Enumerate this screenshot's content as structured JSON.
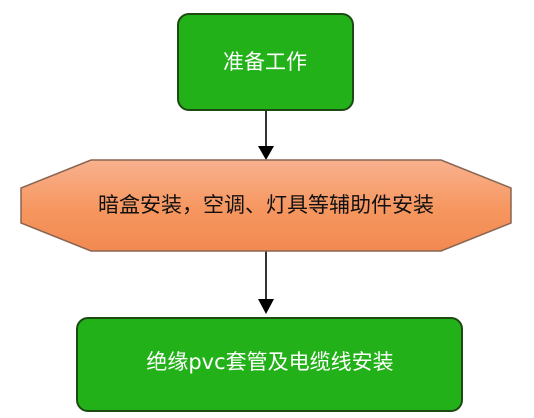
{
  "nodes": [
    {
      "id": "prep",
      "label": "准备工作",
      "shape": "rounded-rect",
      "fill": "#22b118",
      "stroke": "#1c4a12",
      "text_color": "#ffffff"
    },
    {
      "id": "install-boxes",
      "label": "暗盒安装，空调、灯具等辅助件安装",
      "shape": "octagon",
      "fill": "#f79a70",
      "stroke": "#8a6552",
      "text_color": "#111111"
    },
    {
      "id": "pvc",
      "label": "绝缘pvc套管及电缆线安装",
      "shape": "rounded-rect",
      "fill": "#22b118",
      "stroke": "#1c4a12",
      "text_color": "#ffffff"
    }
  ],
  "edges": [
    {
      "from": "prep",
      "to": "install-boxes"
    },
    {
      "from": "install-boxes",
      "to": "pvc"
    }
  ],
  "colors": {
    "arrow": "#000000",
    "background": "#ffffff"
  }
}
